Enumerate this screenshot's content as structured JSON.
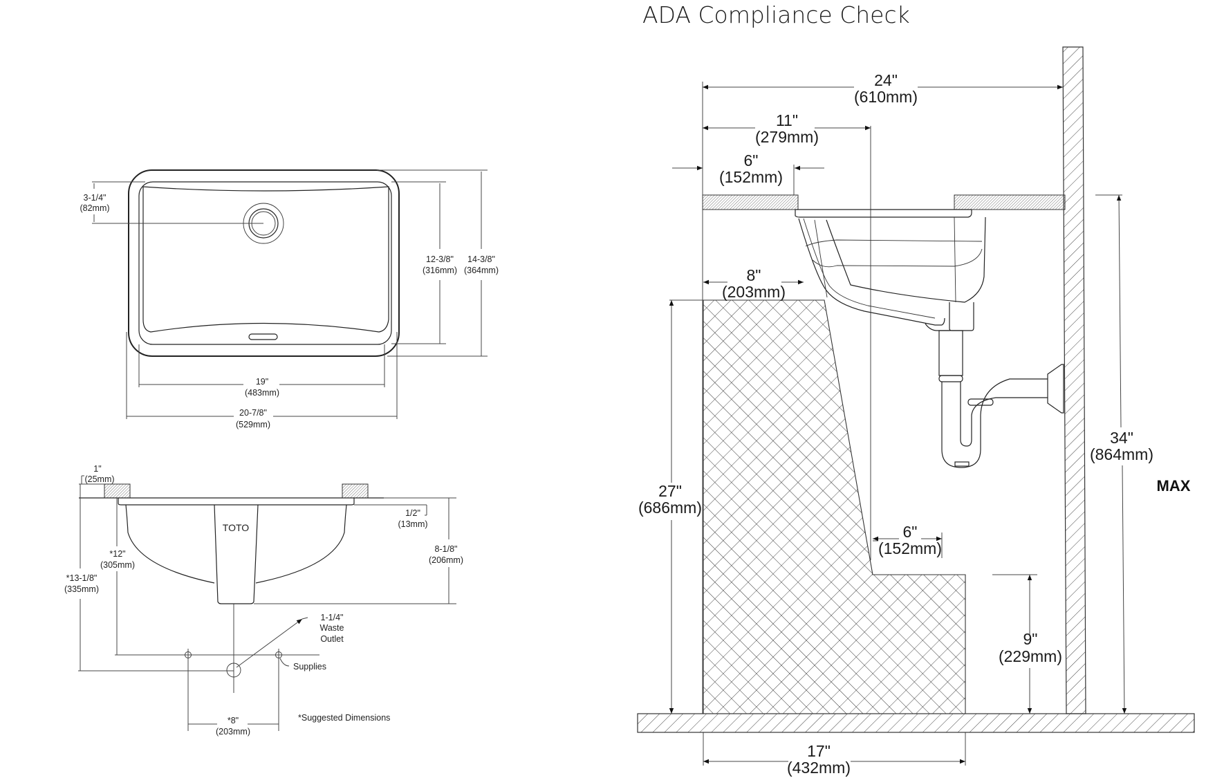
{
  "title": "ADA Compliance Check",
  "colors": {
    "line": "#222222",
    "background": "#ffffff",
    "hatch": "#333333"
  },
  "top_view": {
    "drain_offset": {
      "inch": "3-1/4\"",
      "mm": "(82mm)"
    },
    "inner_depth": {
      "inch": "12-3/8\"",
      "mm": "(316mm)"
    },
    "outer_depth": {
      "inch": "14-3/8\"",
      "mm": "(364mm)"
    },
    "inner_width": {
      "inch": "19\"",
      "mm": "(483mm)"
    },
    "outer_width": {
      "inch": "20-7/8\"",
      "mm": "(529mm)"
    }
  },
  "side_view": {
    "counter_thickness": {
      "inch": "1\"",
      "mm": "(25mm)"
    },
    "rim": {
      "inch": "1/2\"",
      "mm": "(13mm)"
    },
    "bowl_depth": {
      "inch": "8-1/8\"",
      "mm": "(206mm)"
    },
    "supply_height": {
      "inch": "*12\"",
      "mm": "(305mm)"
    },
    "waste_height": {
      "inch": "*13-1/8\"",
      "mm": "(335mm)"
    },
    "brand": "TOTO",
    "waste_outlet": [
      "1-1/4\"",
      "Waste",
      "Outlet"
    ],
    "supplies": "Supplies",
    "supply_spacing": {
      "inch": "*8\"",
      "mm": "(203mm)"
    },
    "footnote": "*Suggested Dimensions"
  },
  "ada": {
    "depth_total": {
      "inch": "24\"",
      "mm": "(610mm)"
    },
    "reach_to_drain": {
      "inch": "11\"",
      "mm": "(279mm)"
    },
    "front_to_bowl": {
      "inch": "6\"",
      "mm": "(152mm)"
    },
    "knee_depth": {
      "inch": "8\"",
      "mm": "(203mm)"
    },
    "knee_height": {
      "inch": "27\"",
      "mm": "(686mm)"
    },
    "toe_offset": {
      "inch": "6\"",
      "mm": "(152mm)"
    },
    "toe_height": {
      "inch": "9\"",
      "mm": "(229mm)"
    },
    "counter_height": {
      "inch": "34\"",
      "mm": "(864mm)"
    },
    "counter_height_note": "MAX",
    "floor_clearance": {
      "inch": "17\"",
      "mm": "(432mm)"
    }
  }
}
